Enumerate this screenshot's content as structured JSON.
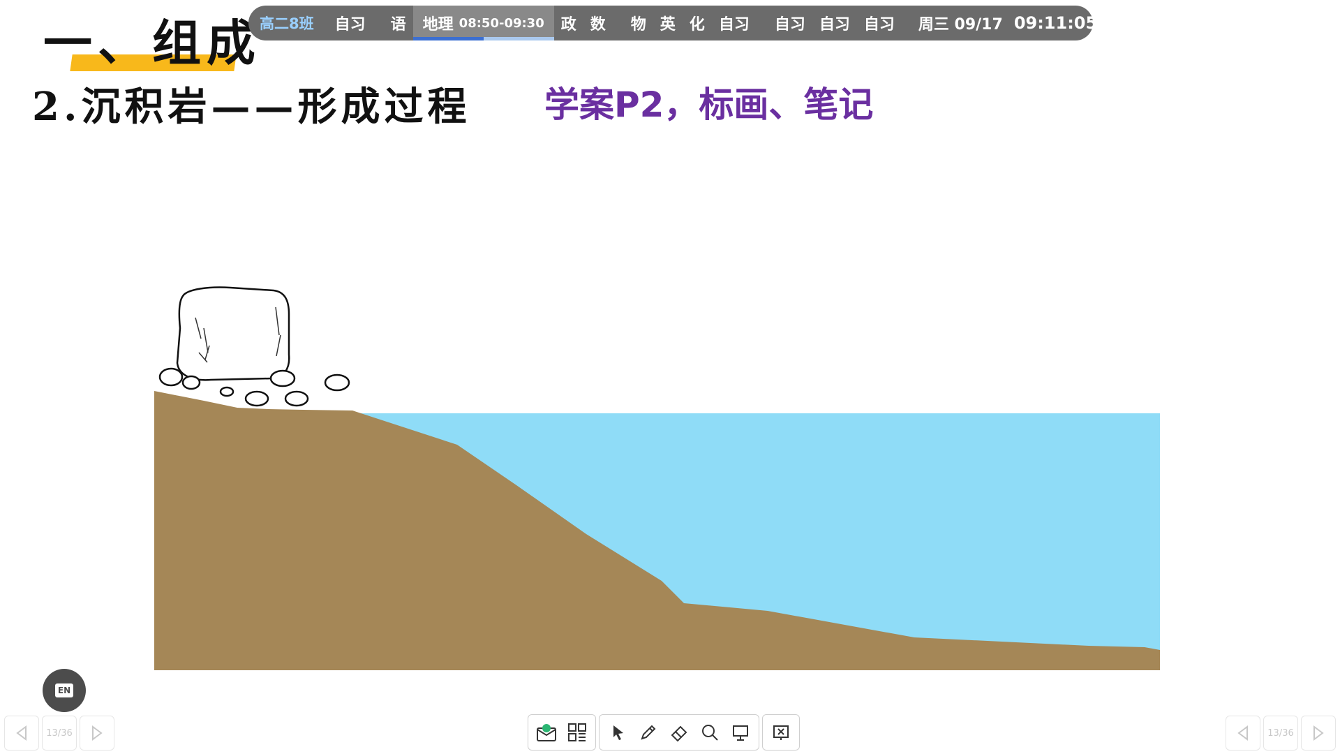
{
  "slide": {
    "section_title": "一、组成",
    "subtitle": "2.沉积岩——形成过程",
    "instruction": "学案P2，标画、笔记"
  },
  "schedule": {
    "class_name": "高二8班",
    "items_before": [
      "自习",
      "语"
    ],
    "current": {
      "subject": "地理",
      "time": "08:50-09:30",
      "progress": 0.5
    },
    "group2": [
      "政",
      "数"
    ],
    "group3": [
      "物",
      "英",
      "化",
      "自习"
    ],
    "group4": [
      "自习",
      "自习",
      "自习"
    ],
    "date": "周三 09/17",
    "clock": "09:11:05"
  },
  "language_badge": {
    "label": "EN"
  },
  "pager_left": {
    "page": "13/36"
  },
  "pager_right": {
    "page": "13/36"
  },
  "toolbar": {
    "tools": [
      "mail-icon",
      "qr-grid-icon",
      "pointer-icon",
      "pen-icon",
      "eraser-icon",
      "search-icon",
      "display-icon",
      "close-screen-icon"
    ]
  },
  "colors": {
    "land": "#a58757",
    "water": "#8fdcf7",
    "title_underline": "#f8b81b",
    "instruction": "#6a2fa0",
    "schedule_bg": "#6b6b6b",
    "class_name": "#9ad0ff"
  }
}
